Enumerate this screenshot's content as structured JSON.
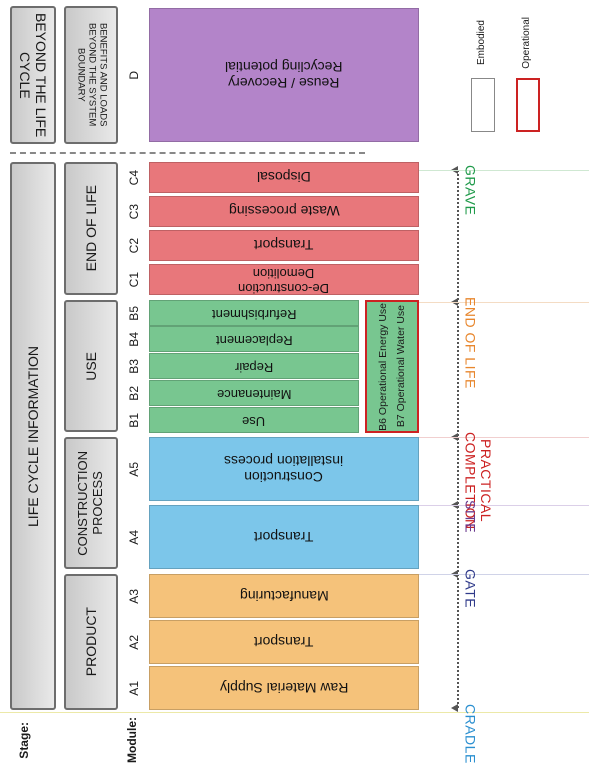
{
  "colors": {
    "product": "#f5c27a",
    "construction": "#7cc6ea",
    "use": "#78c690",
    "end_of_life": "#e8777b",
    "beyond": "#b384c9",
    "operational": "#cc2222",
    "embodied": "#888888"
  },
  "row_labels": {
    "stage": "Stage:",
    "module": "Module:"
  },
  "beyond": {
    "stage": "BEYOND THE LIFE\nCYCLE",
    "module_group": "BENEFITS AND LOADS\nBEYOND THE SYSTEM\nBOUNDARY",
    "module_code": "D",
    "block": "Reuse / Recovery\nRecycling potential"
  },
  "legend": {
    "embodied": "Embodied",
    "operational": "Operational"
  },
  "life_cycle_info": "LIFE CYCLE INFORMATION",
  "stages": {
    "product": "PRODUCT",
    "construction": "CONSTRUCTION\nPROCESS",
    "use": "USE",
    "end_of_life": "END OF LIFE"
  },
  "modules": {
    "A1": {
      "code": "A1",
      "label": "Raw Material Supply"
    },
    "A2": {
      "code": "A2",
      "label": "Transport"
    },
    "A3": {
      "code": "A3",
      "label": "Manufacturing"
    },
    "A4": {
      "code": "A4",
      "label": "Transport"
    },
    "A5": {
      "code": "A5",
      "label": "Construction\ninstallation process"
    },
    "B1": {
      "code": "B1",
      "label": "Use"
    },
    "B2": {
      "code": "B2",
      "label": "Maintenance"
    },
    "B3": {
      "code": "B3",
      "label": "Repair"
    },
    "B4": {
      "code": "B4",
      "label": "Replacement"
    },
    "B5": {
      "code": "B5",
      "label": "Refurbishment"
    },
    "C1": {
      "code": "C1",
      "label": "De-construction\nDemolition"
    },
    "C2": {
      "code": "C2",
      "label": "Transport"
    },
    "C3": {
      "code": "C3",
      "label": "Waste processing"
    },
    "C4": {
      "code": "C4",
      "label": "Disposal"
    }
  },
  "operational_box": {
    "b6": "B6 Operational Energy Use",
    "b7": "B7 Operational Water Use"
  },
  "milestones": {
    "cradle": "CRADLE",
    "gate": "GATE",
    "site": "SITE",
    "practical_completion": "PRACTICAL\nCOMPLETION",
    "end_of_life": "END OF LIFE",
    "grave": "GRAVE"
  }
}
